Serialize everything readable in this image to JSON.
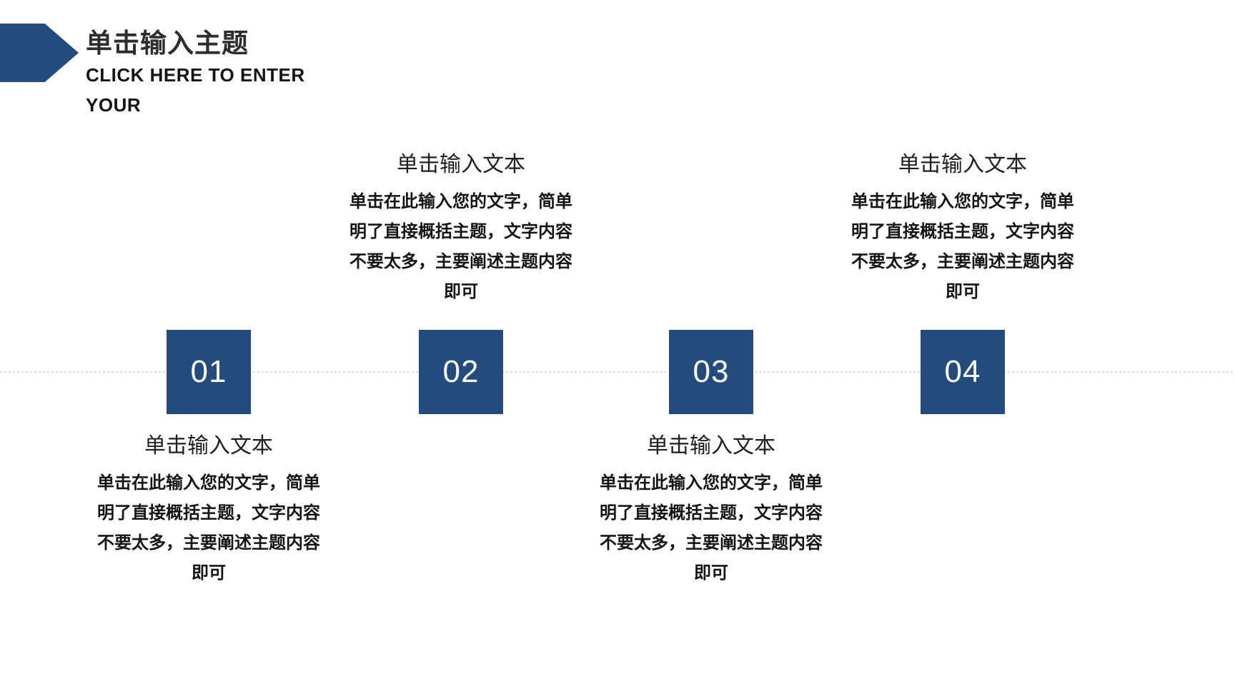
{
  "colors": {
    "accent": "#254b7d",
    "timeline_line": "#d9d9d9",
    "title": "#2d2d2d",
    "subtitle": "#141414",
    "heading": "#1f1f1f",
    "body": "#141414",
    "number": "#fafcff"
  },
  "header": {
    "title": "单击输入主题",
    "subtitle_line1": "CLICK HERE TO ENTER",
    "subtitle_line2": "YOUR"
  },
  "steps": [
    {
      "number": "01",
      "text_position": "below",
      "heading": "单击输入文本",
      "body_lines": [
        "单击在此输入您的文字，简单",
        "明了直接概括主题，文字内容",
        "不要太多，主要阐述主题内容",
        "即可"
      ]
    },
    {
      "number": "02",
      "text_position": "above",
      "heading": "单击输入文本",
      "body_lines": [
        "单击在此输入您的文字，简单",
        "明了直接概括主题，文字内容",
        "不要太多，主要阐述主题内容",
        "即可"
      ]
    },
    {
      "number": "03",
      "text_position": "below",
      "heading": "单击输入文本",
      "body_lines": [
        "单击在此输入您的文字，简单",
        "明了直接概括主题，文字内容",
        "不要太多，主要阐述主题内容",
        "即可"
      ]
    },
    {
      "number": "04",
      "text_position": "above",
      "heading": "单击输入文本",
      "body_lines": [
        "单击在此输入您的文字，简单",
        "明了直接概括主题，文字内容",
        "不要太多，主要阐述主题内容",
        "即可"
      ]
    }
  ]
}
